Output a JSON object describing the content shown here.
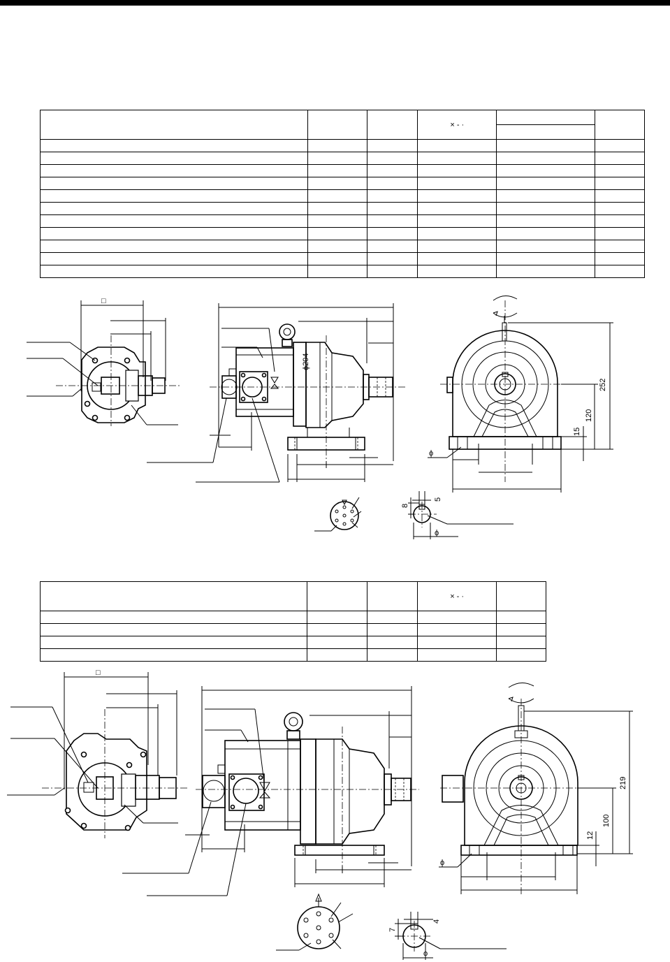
{
  "table1": {
    "header_mark": "× - ·",
    "row_count": 11
  },
  "table2": {
    "header_mark": "× - ·",
    "row_count": 4
  },
  "drawing1": {
    "square_symbol": "□",
    "dia_204": "ϕ204",
    "phi": "ϕ",
    "dim_252": "252",
    "dim_120": "120",
    "dim_15": "15",
    "dim_8": "8",
    "dim_5": "5"
  },
  "drawing2": {
    "square_symbol": "□",
    "phi": "ϕ",
    "dim_219": "219",
    "dim_100": "100",
    "dim_12": "12",
    "dim_7": "7",
    "dim_4": "4"
  }
}
